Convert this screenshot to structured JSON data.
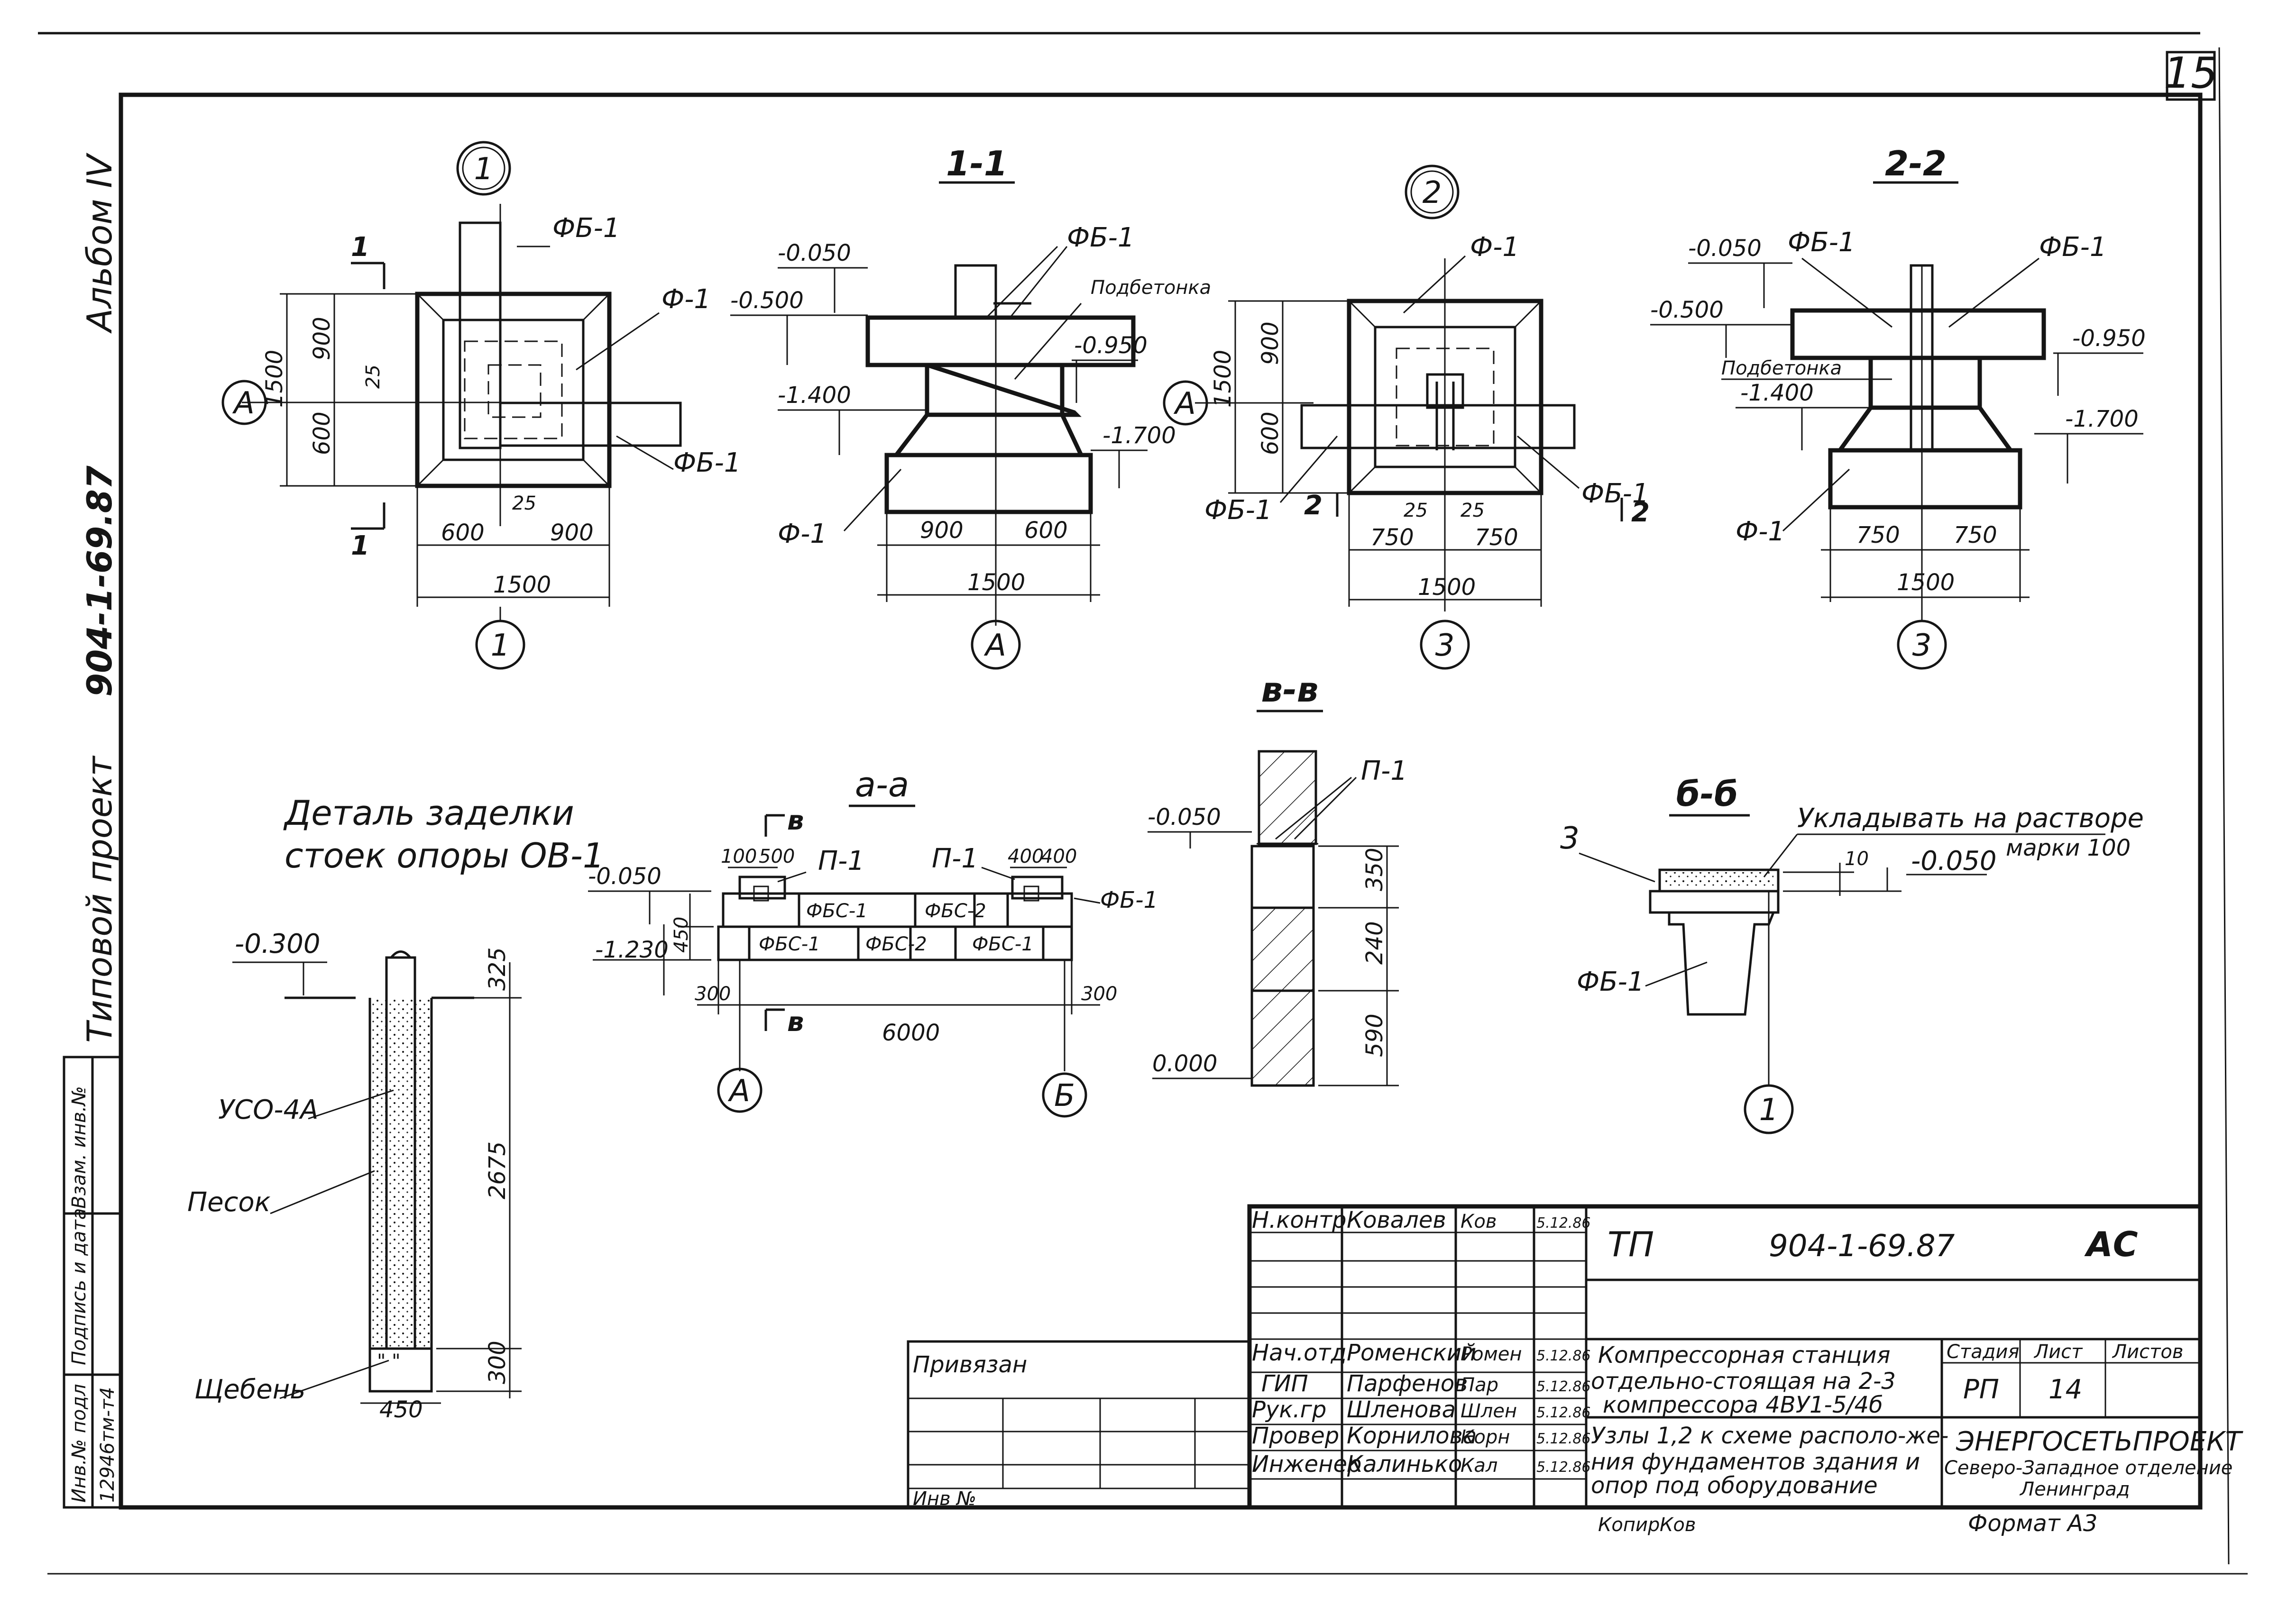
{
  "sheet_number": "15",
  "side_margin": {
    "album": "Альбом IV",
    "project_code": "904-1-69.87",
    "project_type": "Типовой проект"
  },
  "side_stamp": {
    "inv_orig": "Инв.№ подл",
    "sign_date": "Подпись и дата",
    "vzam_inv": "Взам. инв.№",
    "inv_number": "12946тм-т4"
  },
  "node1": {
    "circle": "1",
    "labels": {
      "fb1_top": "ФБ-1",
      "f1": "Ф-1",
      "fb1_right": "ФБ-1",
      "axis_a": "А",
      "axis_bottom": "1",
      "cut": "1"
    },
    "dims": {
      "d1500v": "1500",
      "d900": "900",
      "d600v": "600",
      "d25a": "25",
      "d25b": "25",
      "d600": "600",
      "d900h": "900",
      "d1500": "1500"
    }
  },
  "section11": {
    "title": "1-1",
    "labels": {
      "fb1": "ФБ-1",
      "podbetonka": "Подбетонка",
      "f1": "Ф-1",
      "axis": "А"
    },
    "levels": {
      "l050": "-0.050",
      "l500": "-0.500",
      "l950": "-0.950",
      "l1400": "-1.400",
      "l1700": "-1.700"
    },
    "dims": {
      "d900": "900",
      "d600": "600",
      "d1500": "1500"
    }
  },
  "node2": {
    "circle": "2",
    "labels": {
      "f1": "Ф-1",
      "fb1_left": "ФБ-1",
      "fb1_right": "ФБ-1",
      "axis_a": "А",
      "axis_bottom": "3",
      "cut": "2"
    },
    "dims": {
      "d1500v": "1500",
      "d900": "900",
      "d600v": "600",
      "d25a": "25",
      "d25b": "25",
      "d750a": "750",
      "d750b": "750",
      "d1500": "1500"
    }
  },
  "section22": {
    "title": "2-2",
    "labels": {
      "fb1_left": "ФБ-1",
      "fb1_right": "ФБ-1",
      "podbetonka": "Подбетонка",
      "f1": "Ф-1",
      "axis": "3"
    },
    "levels": {
      "l050": "-0.050",
      "l500": "-0.500",
      "l950": "-0.950",
      "l1400": "-1.400",
      "l1700": "-1.700"
    },
    "dims": {
      "d750a": "750",
      "d750b": "750",
      "d1500": "1500"
    }
  },
  "detail": {
    "title_line1": "Деталь заделки",
    "title_line2": "стоек опоры ОВ-1",
    "level": "-0.300",
    "uso": "УСО-4А",
    "pesok": "Песок",
    "scheben": "Щебень",
    "dims": {
      "d325": "325",
      "d2675": "2675",
      "d300": "300",
      "d450": "450"
    }
  },
  "section_aa": {
    "title": "а-а",
    "cut": "в",
    "labels": {
      "p1a": "П-1",
      "p1b": "П-1",
      "fb1": "ФБ-1",
      "fbc1a": "ФБС-1",
      "fbc2a": "ФБС-2",
      "fbc1b": "ФБС-1",
      "fbc2b": "ФБС-2",
      "fbc1c": "ФБС-1",
      "axis_a": "А",
      "axis_b": "Б"
    },
    "levels": {
      "l050": "-0.050",
      "l1230": "-1.230"
    },
    "dims": {
      "d100": "100",
      "d500": "500",
      "d400a": "400",
      "d400b": "400",
      "d450": "450",
      "d300a": "300",
      "d300b": "300",
      "d6000": "6000"
    }
  },
  "section_vv": {
    "title": "в-в",
    "labels": {
      "p1": "П-1"
    },
    "levels": {
      "l050": "-0.050",
      "l000": "0.000"
    },
    "dims": {
      "d350": "350",
      "d240": "240",
      "d590": "590"
    }
  },
  "section_bb": {
    "title": "б-б",
    "note_line1": "Укладывать на растворе",
    "note_line2": "марки 100",
    "labels": {
      "n3": "3",
      "fb1": "ФБ-1",
      "level": "-0.050",
      "axis": "1",
      "gap": "10"
    }
  },
  "title_block": {
    "rows": [
      {
        "role": "Н.контр",
        "name": "Ковалев",
        "sign": "Ков",
        "date": "5.12.86"
      },
      {
        "role": "",
        "name": "",
        "sign": "",
        "date": ""
      },
      {
        "role": "",
        "name": "",
        "sign": "",
        "date": ""
      },
      {
        "role": "",
        "name": "",
        "sign": "",
        "date": ""
      },
      {
        "role": "Нач.отд",
        "name": "Роменский",
        "sign": "Ромен",
        "date": "5.12.86"
      },
      {
        "role": "ГИП",
        "name": "Парфенов",
        "sign": "Пар",
        "date": "5.12.86"
      },
      {
        "role": "Рук.гр",
        "name": "Шленова",
        "sign": "Шлен",
        "date": "5.12.86"
      },
      {
        "role": "Провер",
        "name": "Корнилова",
        "sign": "Корн",
        "date": "5.12.86"
      },
      {
        "role": "Инженер",
        "name": "Калинько",
        "sign": "Кал",
        "date": "5.12.86"
      }
    ],
    "doc_code_prefix": "ТП",
    "doc_code": "904-1-69.87",
    "doc_mark": "АС",
    "object_line1": "Компрессорная станция",
    "object_line2": "отдельно-стоящая на 2-3",
    "object_line3": "компрессора 4ВУ1-5/4б",
    "drawing_line1": "Узлы 1,2 к схеме располо-же-",
    "drawing_line2": "ния фундаментов здания и",
    "drawing_line3": "опор под оборудование",
    "stage_h": "Стадия",
    "sheet_h": "Лист",
    "sheets_h": "Листов",
    "stage": "РП",
    "sheet": "14",
    "sheets": "",
    "org_line1": "ЭНЕРГОСЕТЬПРОЕКТ",
    "org_line2": "Северо-Западное отделение",
    "org_line3": "Ленинград",
    "privyazan": "Привязан",
    "inv_no": "Инв №",
    "kopir": "Копир",
    "kopir_sign": "Ков",
    "format": "Формат А3"
  }
}
